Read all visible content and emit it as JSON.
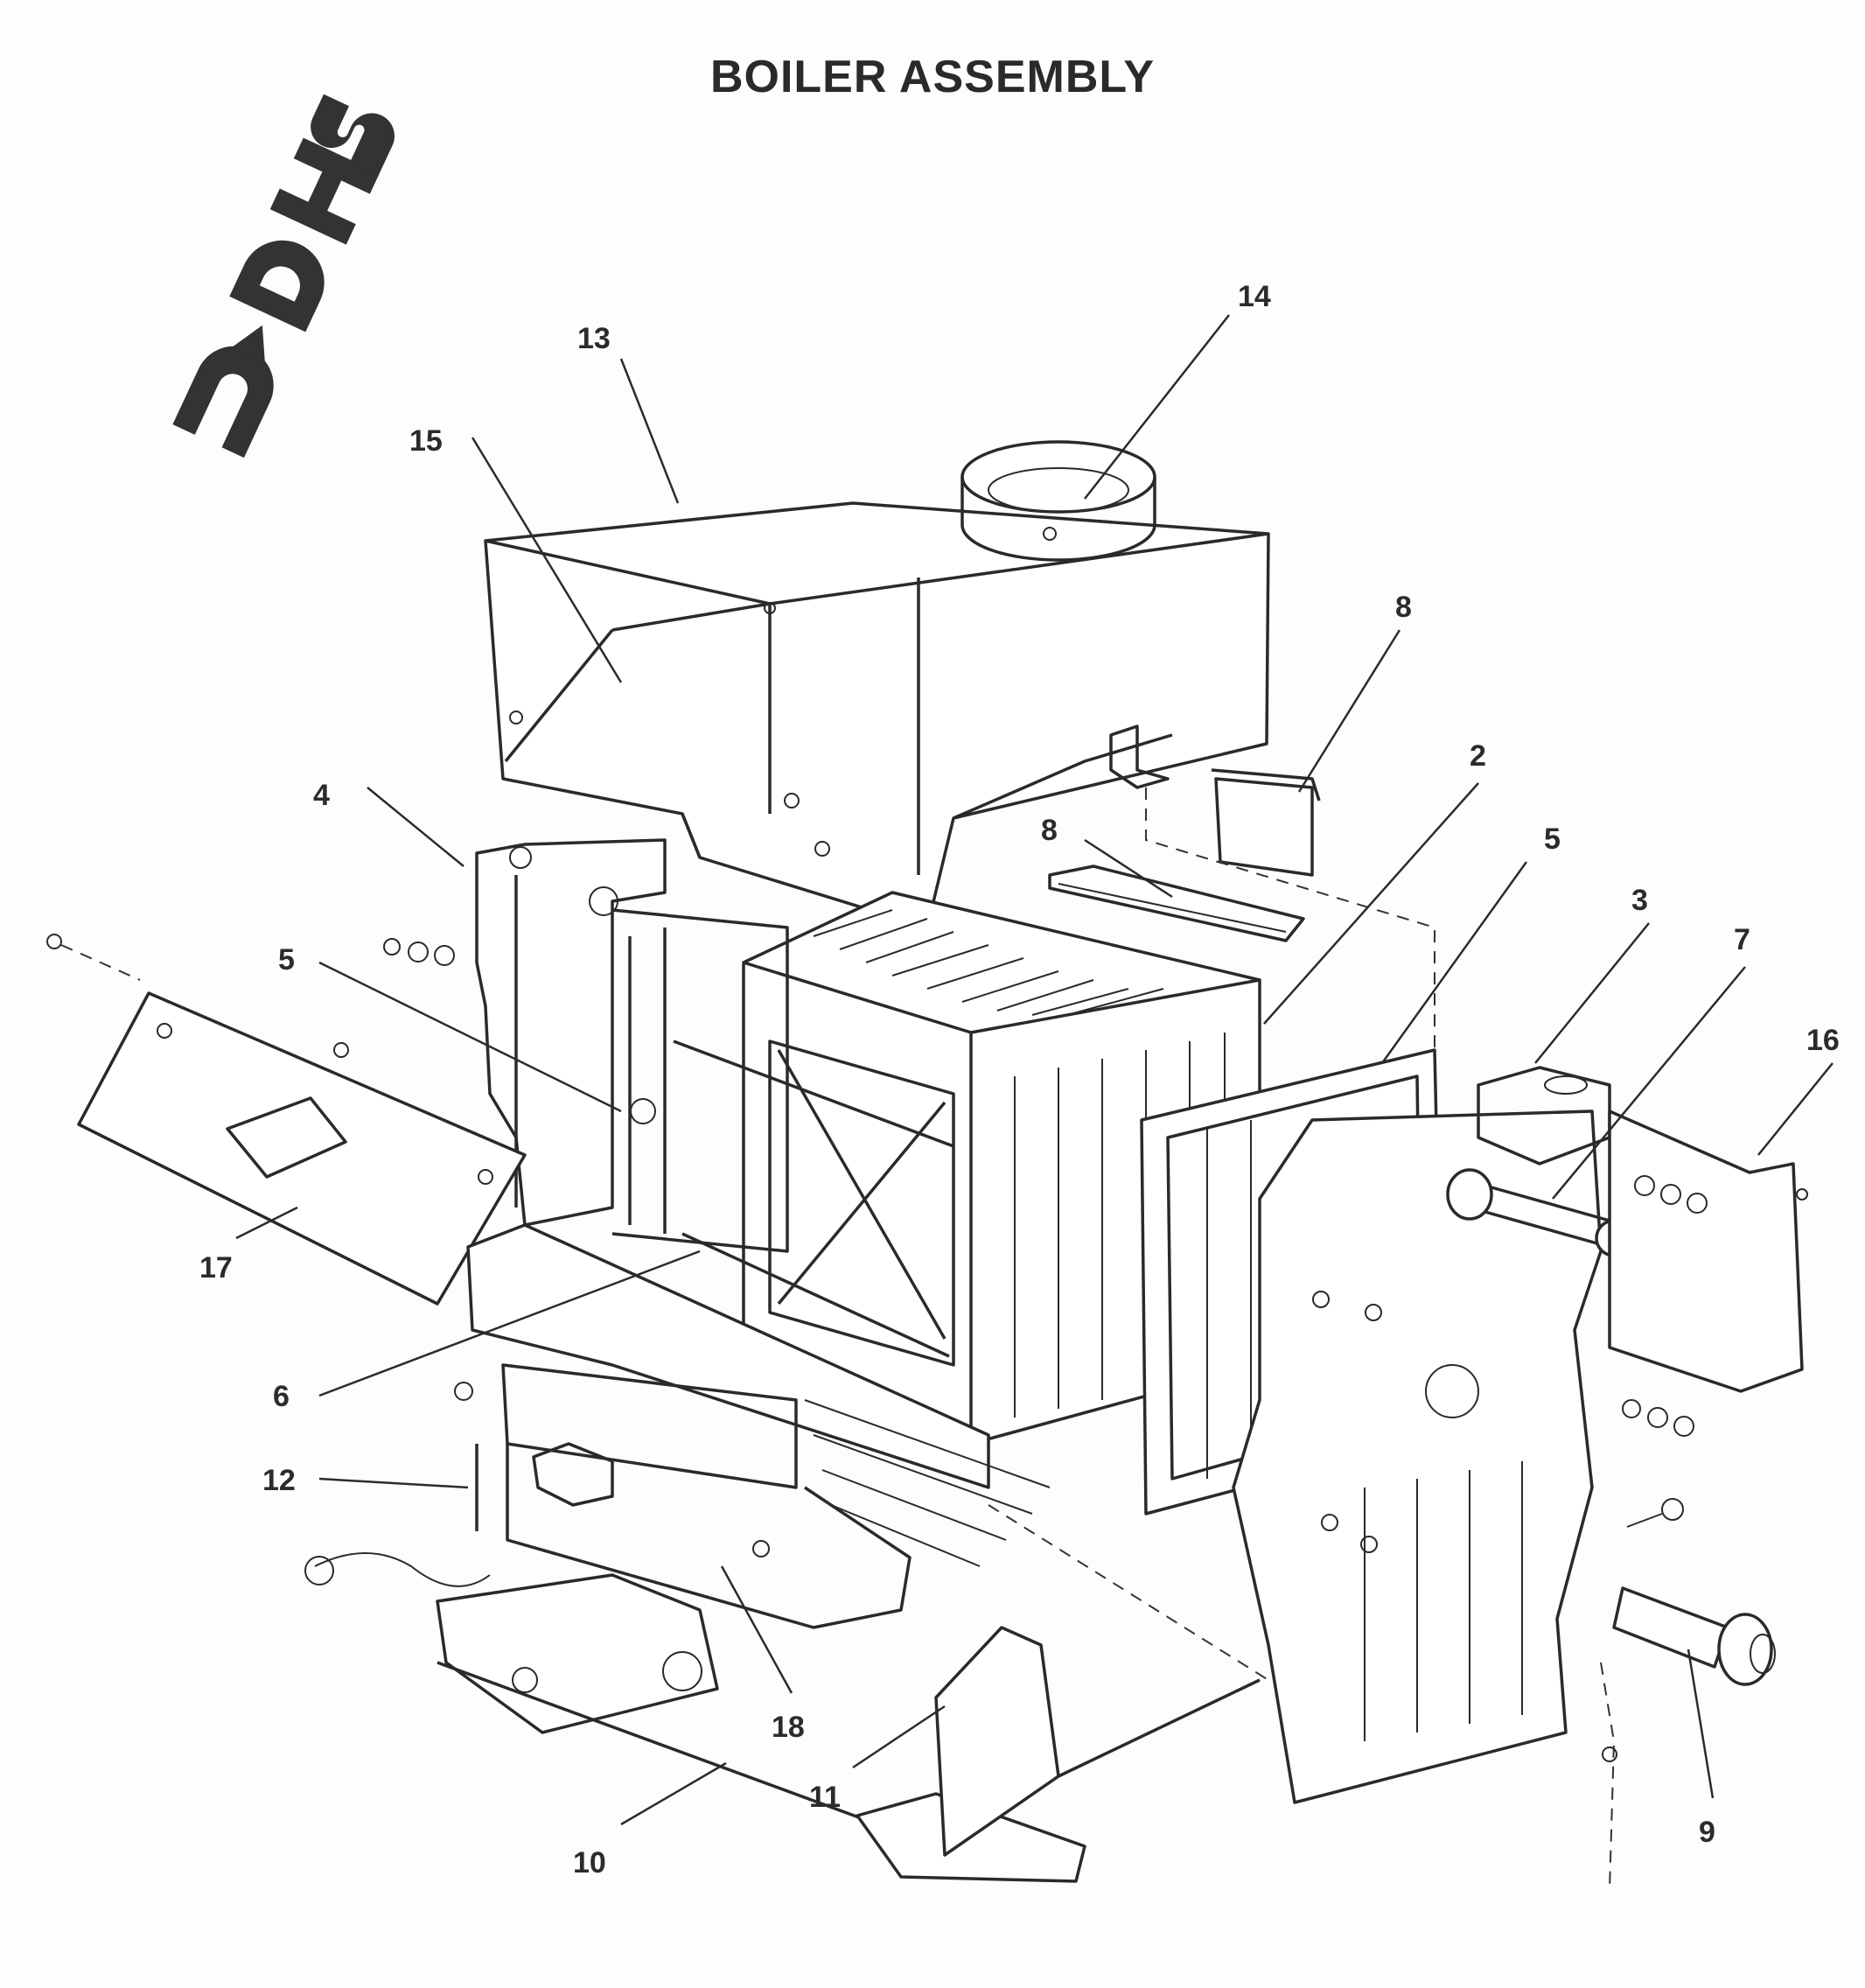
{
  "title": "BOILER ASSEMBLY",
  "logo": {
    "text": "DHS",
    "type": "brand-logo"
  },
  "callouts": [
    {
      "id": "c13",
      "label": "13"
    },
    {
      "id": "c14",
      "label": "14"
    },
    {
      "id": "c15",
      "label": "15"
    },
    {
      "id": "c8a",
      "label": "8"
    },
    {
      "id": "c8b",
      "label": "8"
    },
    {
      "id": "c2",
      "label": "2"
    },
    {
      "id": "c5a",
      "label": "5"
    },
    {
      "id": "c4",
      "label": "4"
    },
    {
      "id": "c3",
      "label": "3"
    },
    {
      "id": "c7",
      "label": "7"
    },
    {
      "id": "c16",
      "label": "16"
    },
    {
      "id": "c5b",
      "label": "5"
    },
    {
      "id": "c17",
      "label": "17"
    },
    {
      "id": "c6",
      "label": "6"
    },
    {
      "id": "c12",
      "label": "12"
    },
    {
      "id": "c18",
      "label": "18"
    },
    {
      "id": "c11",
      "label": "11"
    },
    {
      "id": "c10",
      "label": "10"
    },
    {
      "id": "c9",
      "label": "9"
    }
  ]
}
